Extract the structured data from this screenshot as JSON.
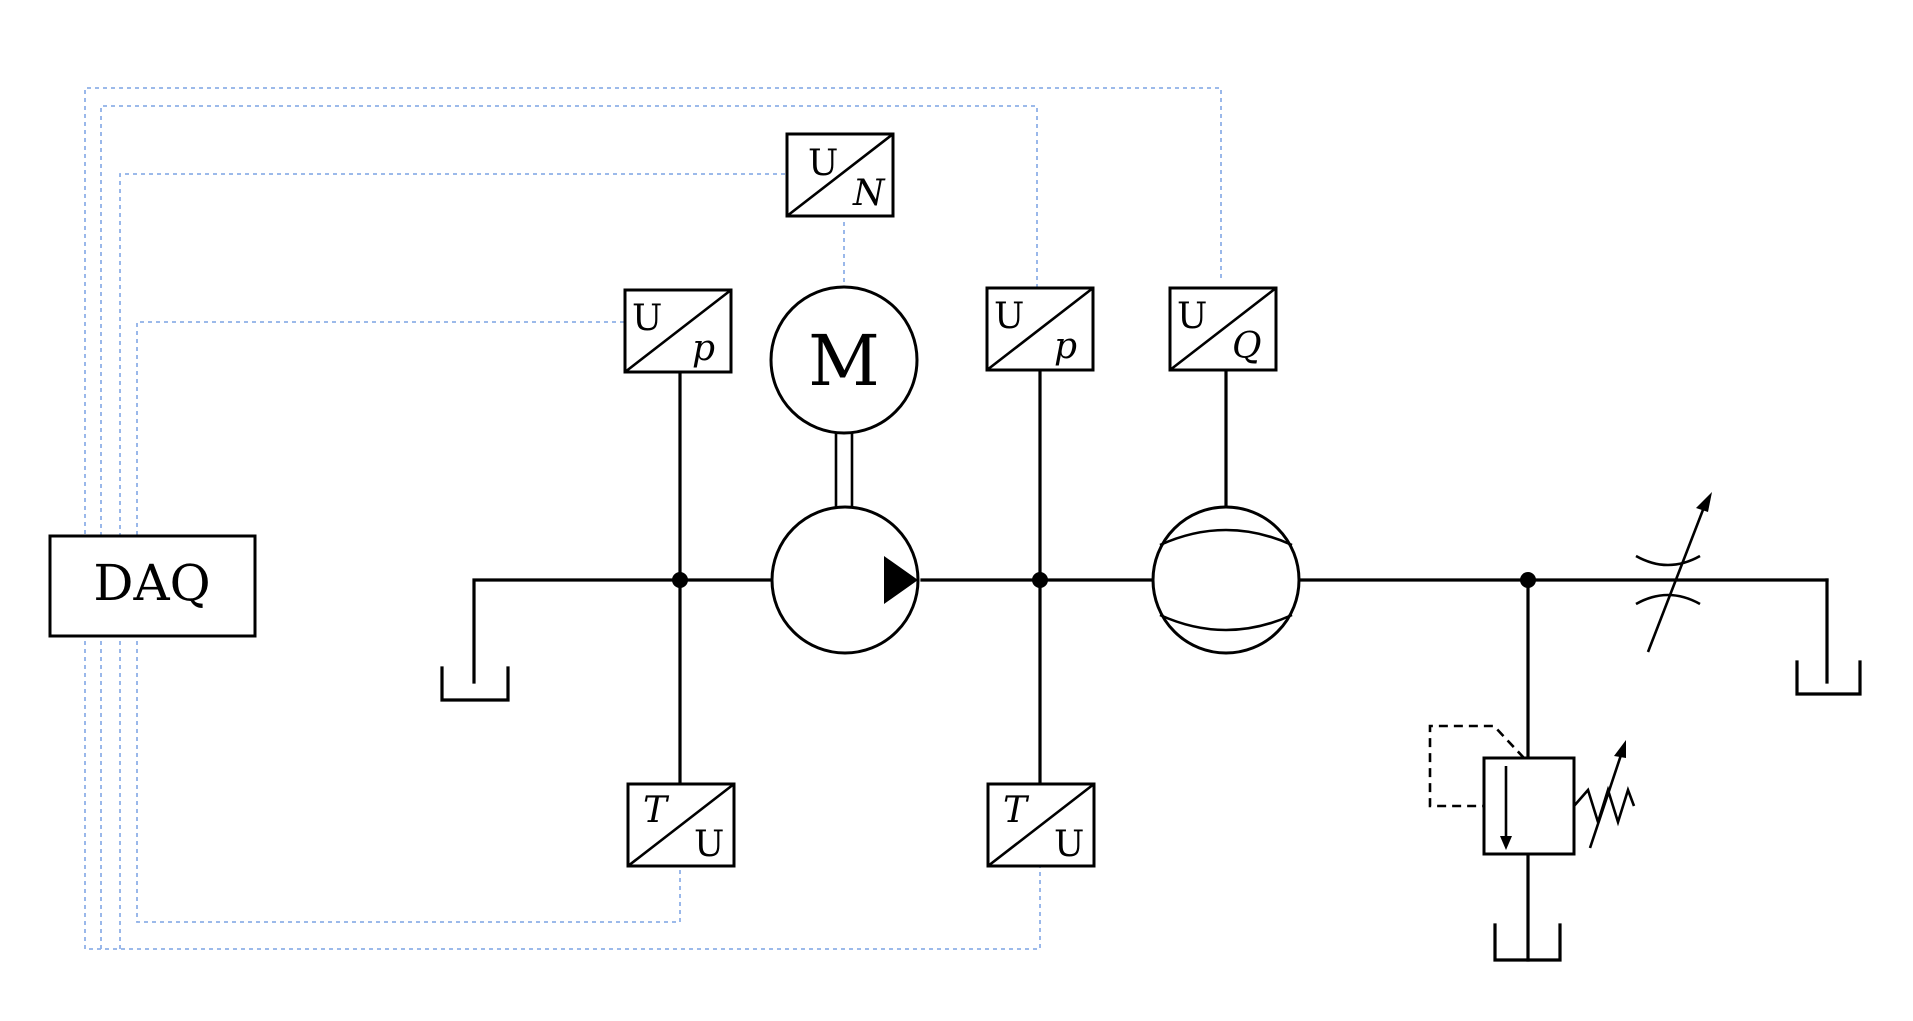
{
  "daq": {
    "label": "DAQ"
  },
  "motor": {
    "label": "M"
  },
  "sensors": {
    "speed": {
      "left": "U",
      "right": "N"
    },
    "pressure_inlet": {
      "left": "U",
      "right": "p"
    },
    "pressure_outlet": {
      "left": "U",
      "right": "p"
    },
    "flow": {
      "left": "U",
      "right": "Q"
    },
    "temp_inlet": {
      "left": "T",
      "right": "U"
    },
    "temp_outlet": {
      "left": "T",
      "right": "U"
    }
  },
  "colors": {
    "signal_line": "#8fb0e8",
    "lines": "#000000",
    "background": "#ffffff"
  }
}
